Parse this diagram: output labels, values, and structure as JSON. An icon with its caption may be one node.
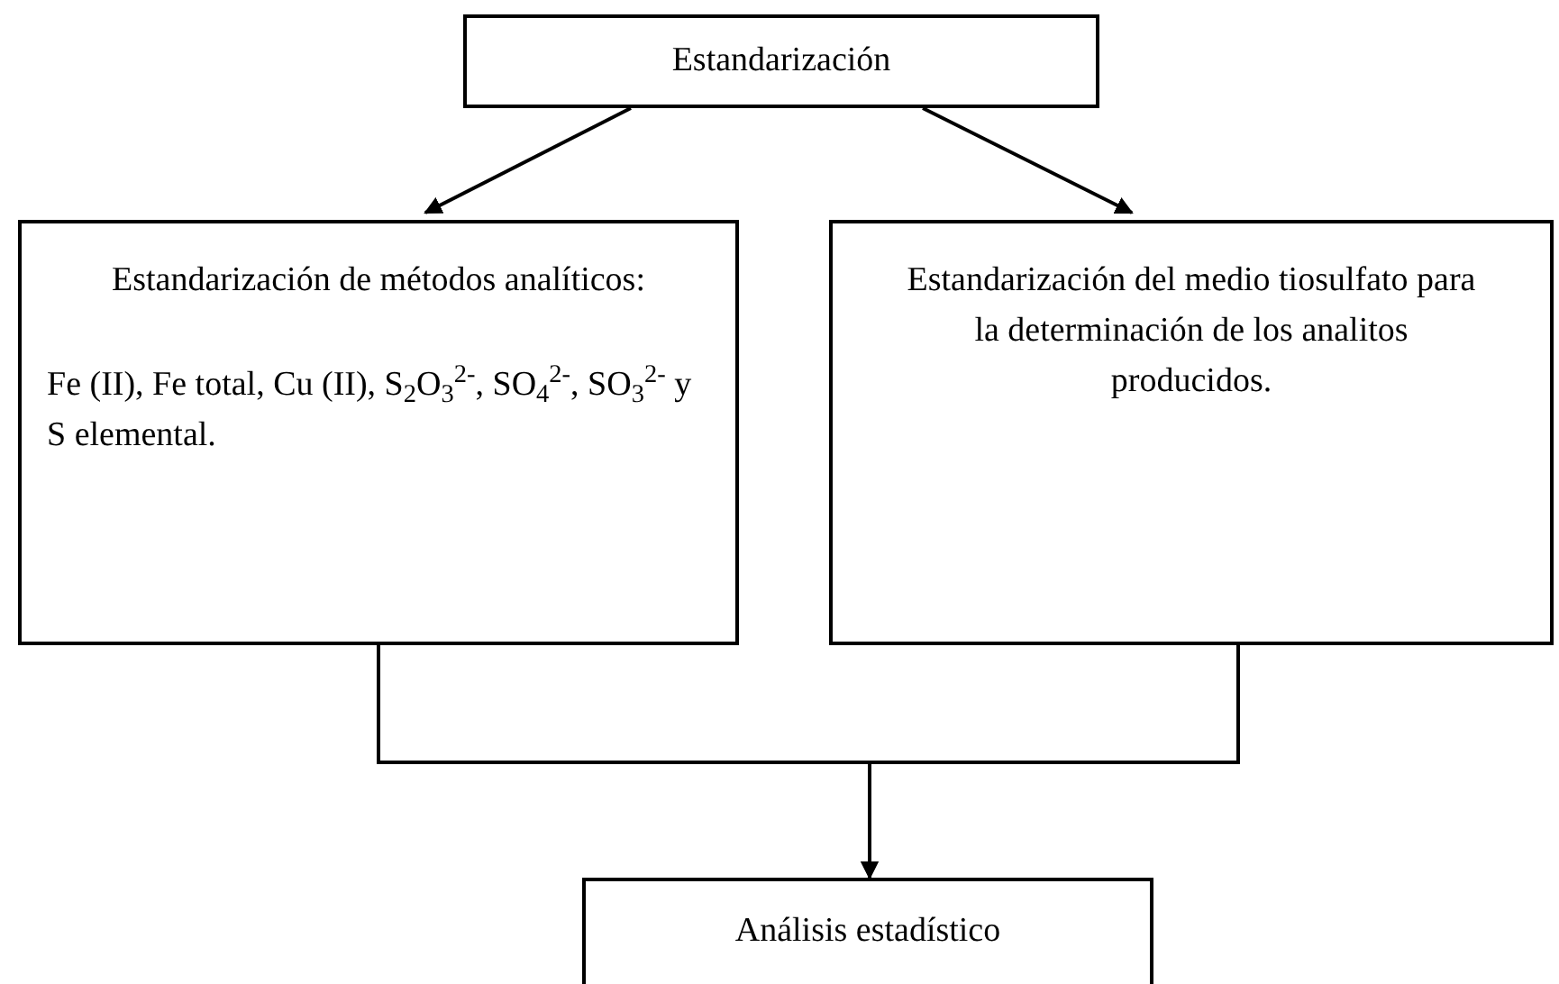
{
  "diagram": {
    "nodes": [
      {
        "text": [
          "Estandarización"
        ]
      },
      {
        "text": [
          "Estandarización de métodos analíticos:",
          "Fe (II), Fe total, Cu (II), S$_{2}$O$_{3}$$^{2-}$, SO$_{4}$$^{2-}$, SO$_{3}$$^{2-}$ y S elemental."
        ]
      },
      {
        "text": [
          "Estandarización del medio tiosulfato para la determinación de los analitos producidos."
        ]
      },
      {
        "text": [
          "Análisis estadístico"
        ]
      }
    ],
    "edges": [
      {
        "from": 0,
        "to": 1,
        "arrow": "to"
      },
      {
        "from": 0,
        "to": 2,
        "arrow": "to"
      },
      {
        "from": 1,
        "to": 3,
        "arrow": "to"
      },
      {
        "from": 2,
        "to": 3,
        "arrow": "to"
      }
    ]
  }
}
